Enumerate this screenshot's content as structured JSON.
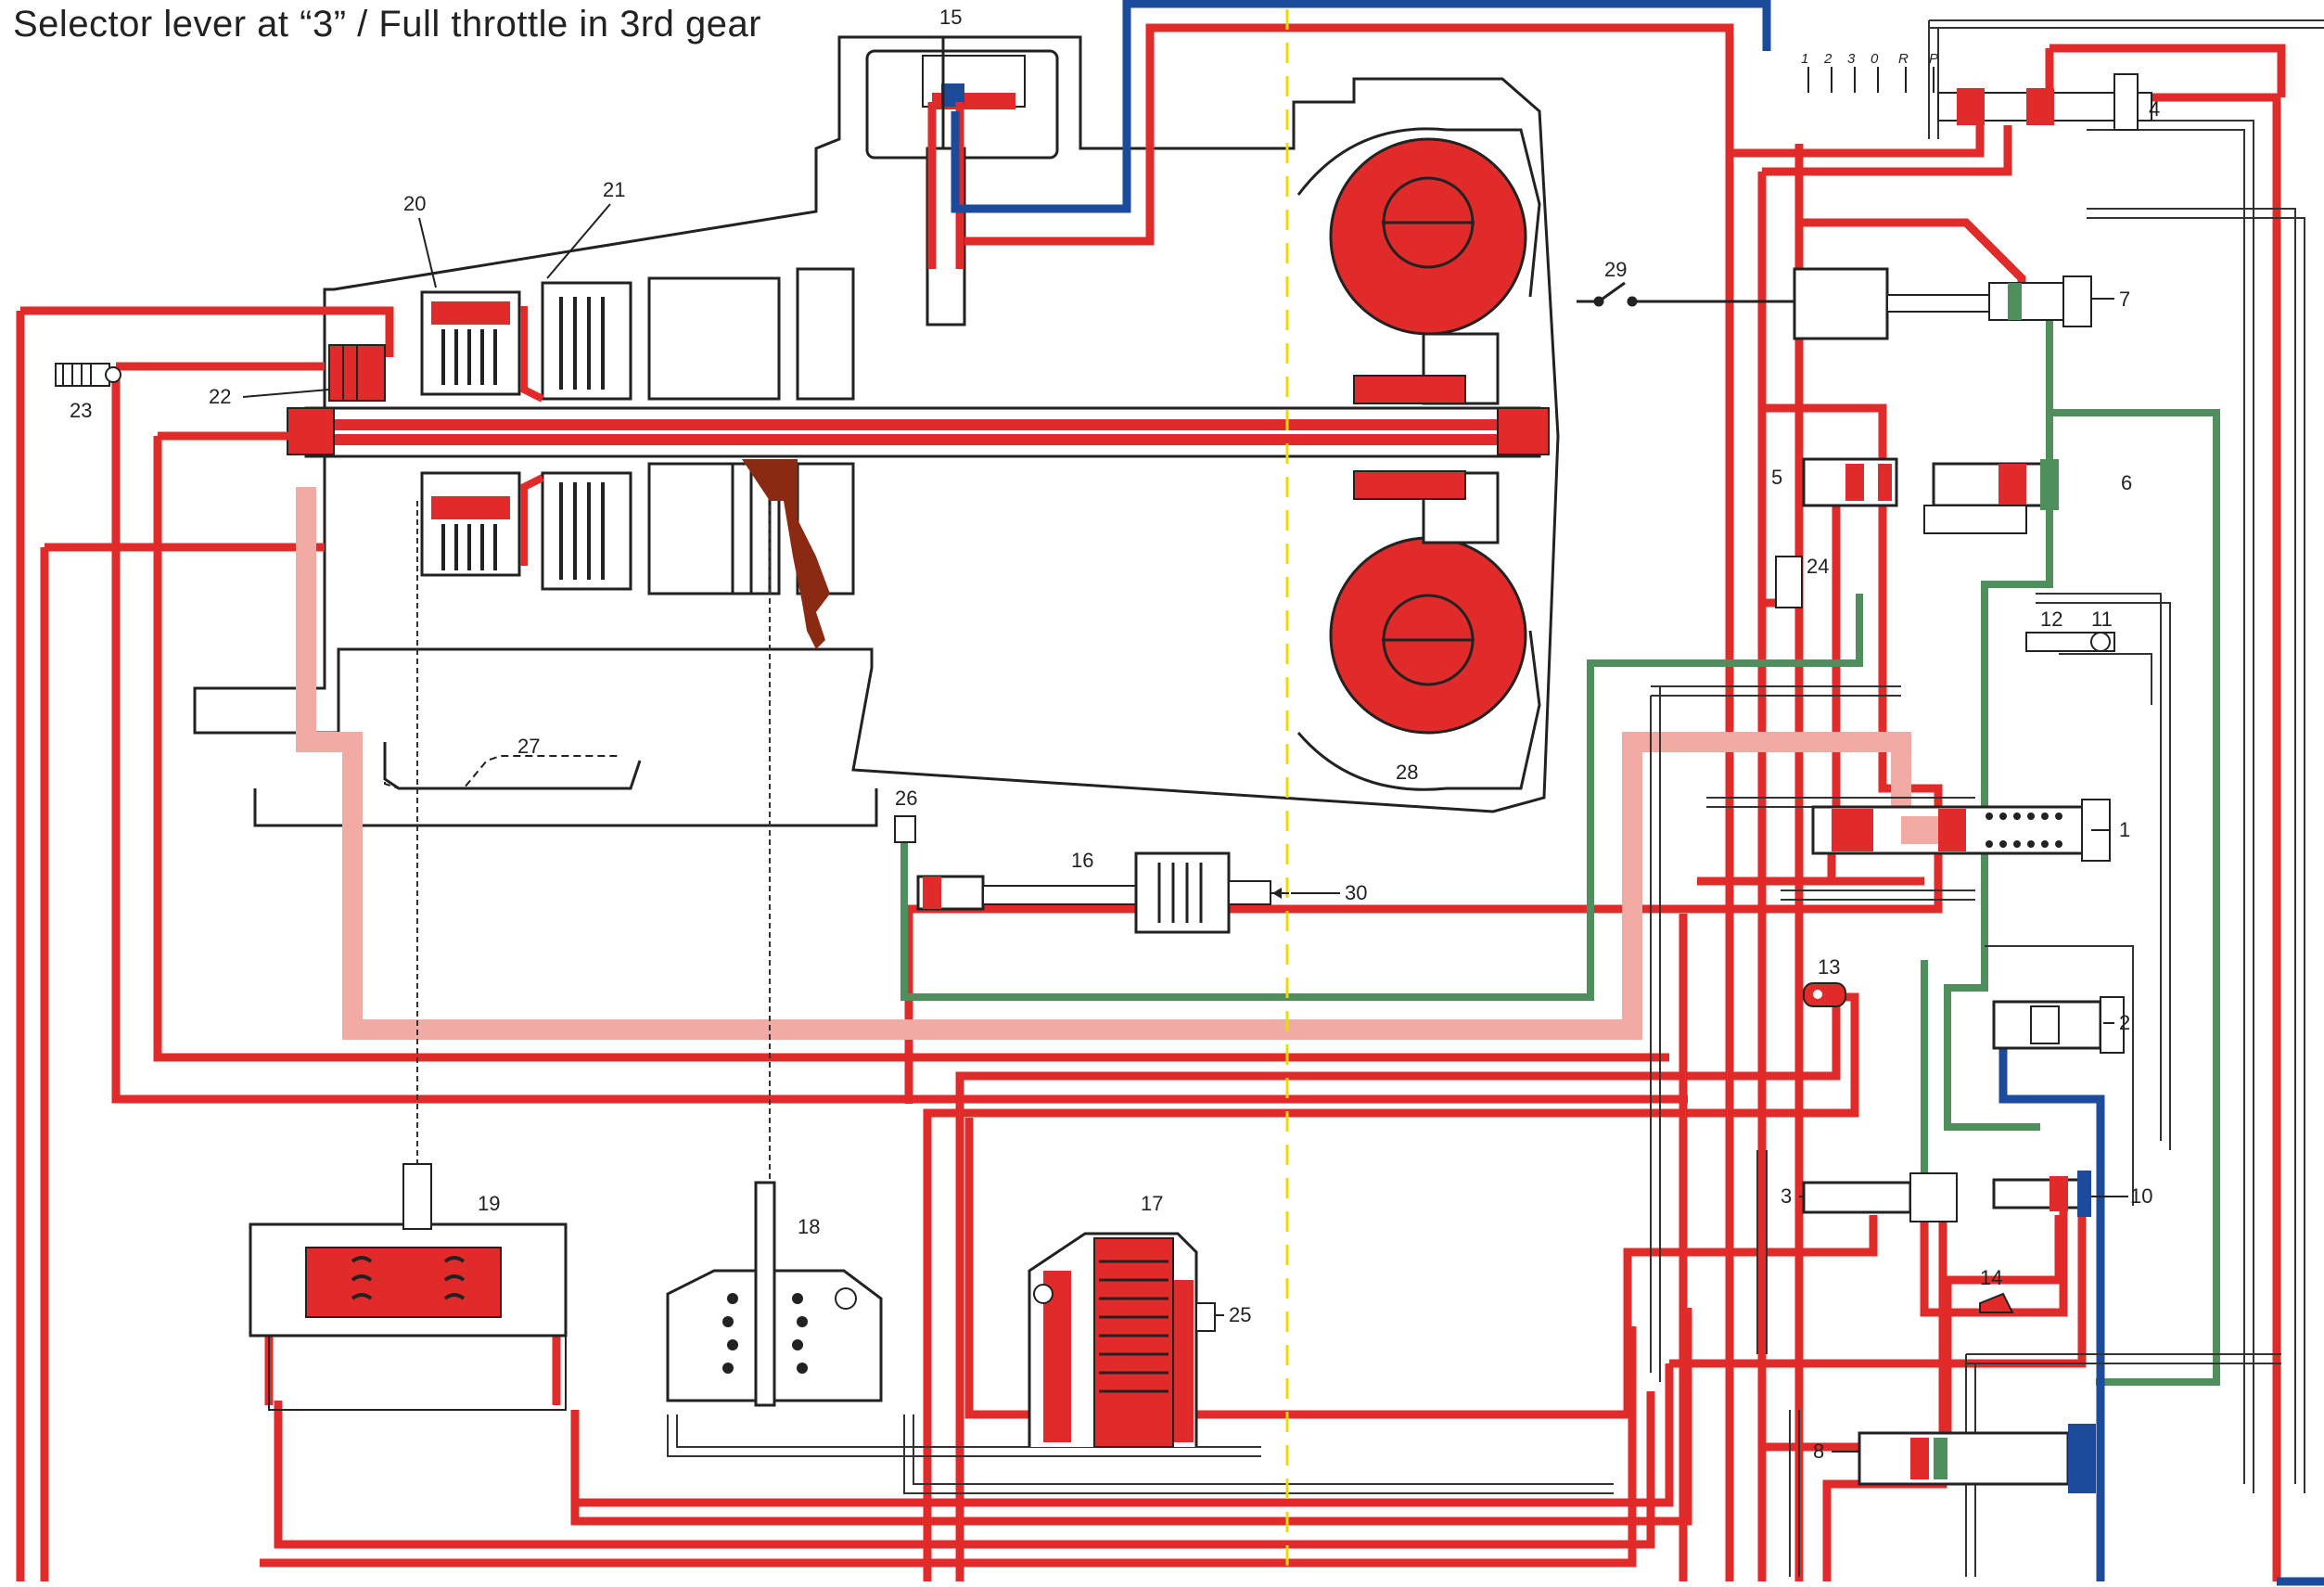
{
  "title": "Selector lever at “3” / Full throttle in 3rd gear",
  "colors": {
    "pressure": "#e12a2a",
    "pressure_light": "#f2aaa4",
    "control_blue": "#1d4b9b",
    "control_green": "#4f8f5e",
    "oil_brown": "#8a2a12",
    "centerline": "#e8dc00",
    "outline": "#222222"
  },
  "labels": {
    "n1": "1",
    "n2": "2",
    "n3": "3",
    "n4": "4",
    "n5": "5",
    "n6": "6",
    "n7": "7",
    "n8": "8",
    "n10": "10",
    "n11": "11",
    "n12": "12",
    "n13": "13",
    "n14": "14",
    "n15": "15",
    "n16": "16",
    "n17": "17",
    "n18": "18",
    "n19": "19",
    "n20": "20",
    "n21": "21",
    "n22": "22",
    "n23": "23",
    "n24": "24",
    "n25": "25",
    "n26": "26",
    "n27": "27",
    "n28": "28",
    "n29": "29",
    "n30": "30"
  },
  "selector_positions": {
    "p1": "1",
    "p2": "2",
    "p3": "3",
    "p0": "0",
    "pR": "R",
    "pP": "P"
  },
  "icons": {
    "valve": "spool-valve-icon",
    "spring": "coil-spring-icon",
    "switch": "kickdown-switch-icon"
  }
}
